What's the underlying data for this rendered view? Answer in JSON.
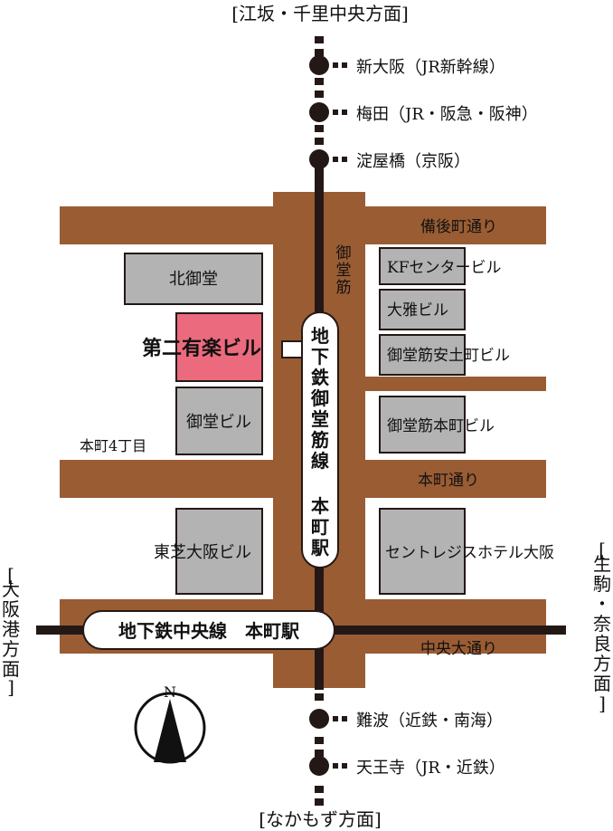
{
  "directions": {
    "north": "[江坂・千里中央方面]",
    "south": "[なかもず方面]",
    "west": [
      "[",
      "大",
      "阪",
      "港",
      "方",
      "面",
      "]"
    ],
    "east": [
      "[",
      "生",
      "駒",
      "・",
      "奈",
      "良",
      "方",
      "面",
      "]"
    ]
  },
  "stations": {
    "north": [
      {
        "label": "新大阪（JR新幹線）"
      },
      {
        "label": "梅田（JR・阪急・阪神）"
      },
      {
        "label": "淀屋橋（京阪）"
      }
    ],
    "south": [
      {
        "label": "難波（近鉄・南海）"
      },
      {
        "label": "天王寺（JR・近鉄）"
      }
    ]
  },
  "streets": {
    "bingo": "備後町通り",
    "honmachi": "本町通り",
    "chuo": "中央大通り",
    "midosuji": [
      "御",
      "堂",
      "筋"
    ]
  },
  "buildings": {
    "kita_mido": "北御堂",
    "daini_yuraku": "第二有楽ビル",
    "mido": "御堂ビル",
    "toshiba": "東芝大阪ビル",
    "kf": "KFセンタービル",
    "taiga": "大雅ビル",
    "mido_azuchi": "御堂筋安土町ビル",
    "mido_honmachi": "御堂筋本町ビル",
    "st_regis": "セントレジスホテル大阪"
  },
  "block_label": "本町4丁目",
  "midosuji_line": [
    "地",
    "下",
    "鉄",
    "御",
    "堂",
    "筋",
    "線",
    "",
    "本",
    "町",
    "駅"
  ],
  "chuo_line": "地下鉄中央線　本町駅",
  "compass": {
    "label": "N"
  },
  "colors": {
    "road": "#9a5c33",
    "building": "#b3b3b3",
    "highlight": "#ec6a7d",
    "rail": "#231815"
  }
}
